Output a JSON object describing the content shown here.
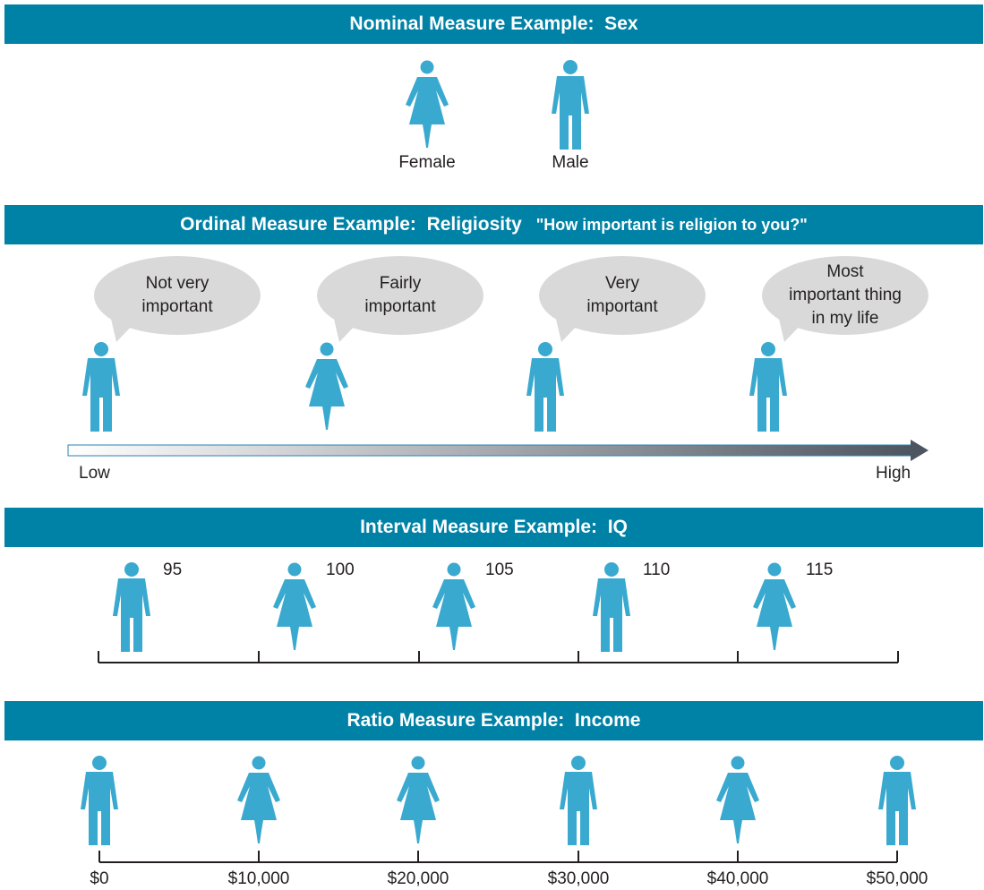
{
  "nominal": {
    "title": "Nominal Measure Example:  Sex",
    "figures": [
      {
        "sex": "female",
        "label": "Female"
      },
      {
        "sex": "male",
        "label": "Male"
      }
    ]
  },
  "ordinal": {
    "title": "Ordinal Measure Example:  Religiosity",
    "question": "\"How important is religion to you?\"",
    "figures": [
      {
        "sex": "male",
        "bubble": "Not very\nimportant"
      },
      {
        "sex": "female",
        "bubble": "Fairly\nimportant"
      },
      {
        "sex": "male",
        "bubble": "Very\nimportant"
      },
      {
        "sex": "male",
        "bubble": "Most\nimportant thing\nin my life"
      }
    ],
    "low_label": "Low",
    "high_label": "High"
  },
  "interval": {
    "title": "Interval Measure Example:  IQ",
    "figures": [
      {
        "sex": "male",
        "value": "95"
      },
      {
        "sex": "female",
        "value": "100"
      },
      {
        "sex": "female",
        "value": "105"
      },
      {
        "sex": "male",
        "value": "110"
      },
      {
        "sex": "female",
        "value": "115"
      }
    ]
  },
  "ratio": {
    "title": "Ratio Measure Example:  Income",
    "figures": [
      {
        "sex": "male",
        "value": "$0"
      },
      {
        "sex": "female",
        "value": "$10,000"
      },
      {
        "sex": "female",
        "value": "$20,000"
      },
      {
        "sex": "male",
        "value": "$30,000"
      },
      {
        "sex": "female",
        "value": "$40,000"
      },
      {
        "sex": "male",
        "value": "$50,000"
      }
    ]
  },
  "colors": {
    "banner": "#0081a6",
    "figure": "#3aa9cf",
    "bubble": "#d9d9d9",
    "axis": "#231f20",
    "arrow_start": "#ffffff",
    "arrow_end": "#4d5560"
  }
}
